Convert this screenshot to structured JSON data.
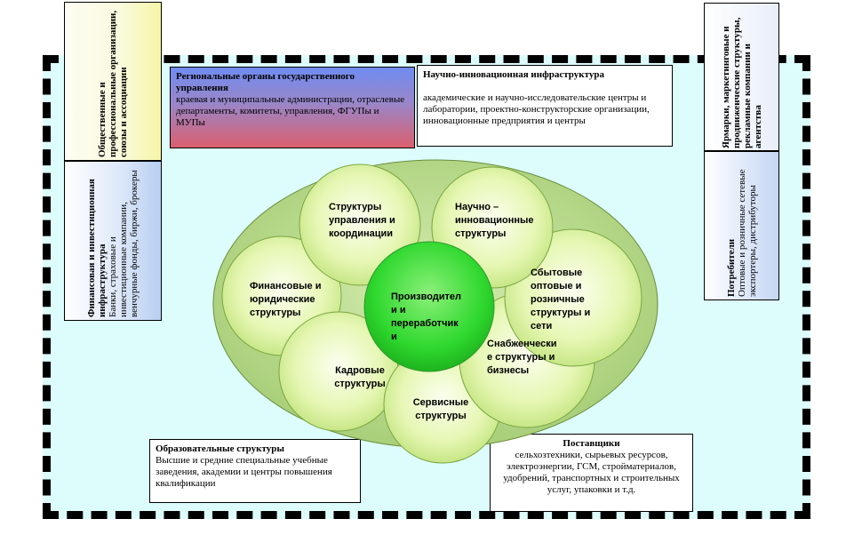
{
  "regional": {
    "title": "Региональные органы государственного управления",
    "desc": "краевая и муниципальные администрации, отраслевые департаменты, комитеты, управления, ФГУПы и МУПы"
  },
  "innovation": {
    "title": "Научно-инновационная инфраструктура",
    "desc": "академические и научно-исследовательские центры и лаборатории, проектно-конструкторские организации, инновационные предприятия и центры"
  },
  "education": {
    "title": "Образовательные структуры",
    "desc": "Высшие и средние специальные учебные заведения, академии и центры повышения квалификации"
  },
  "suppliers": {
    "title": "Поставщики",
    "desc": "сельхозтехники, сырьевых ресурсов, электроэнергии, ГСМ, стройматериалов, удобрений, транспортных и строительных услуг,  упаковки и т.д."
  },
  "public_orgs": {
    "title": "Общественные и профессиональные организации, союзы и ассоциации"
  },
  "finance_infra": {
    "title": "Финансовая и инвестиционная инфраструктура",
    "desc": "Банки, страховые и инвестиционные компании, венчурные фонды, биржи, брокеры"
  },
  "fairs": {
    "title": "Ярмарки, маркетинговые и продвиженческие структуры, рекламные компании и агентства"
  },
  "consumers": {
    "title": "Потребители",
    "desc": "Оптовые и розничные сетевые экспортеры, дистрибуторы"
  },
  "circles": {
    "management": [
      "Структуры",
      "управления и",
      "координации"
    ],
    "science": [
      "Научно –",
      "инновационные",
      "структуры"
    ],
    "finance": [
      "Финансовые и",
      "юридические",
      "структуры"
    ],
    "producers": [
      "Производител",
      "и и",
      "переработчик",
      "и"
    ],
    "sales": [
      "Сбытовые",
      "оптовые и",
      "розничные",
      "структуры и",
      "сети"
    ],
    "hr": [
      "Кадровые",
      "структуры"
    ],
    "supply": [
      "Снабженчески",
      "е структуры и",
      "бизнесы"
    ],
    "service": [
      "Сервисные",
      "структуры"
    ]
  },
  "colors": {
    "frame_bg": "#ddfdfc",
    "outer_ellipse": "#b5d88a",
    "circle_light": "#f2fbd3",
    "circle_mid": "#c8ec7a",
    "center": "#2fd82e"
  }
}
